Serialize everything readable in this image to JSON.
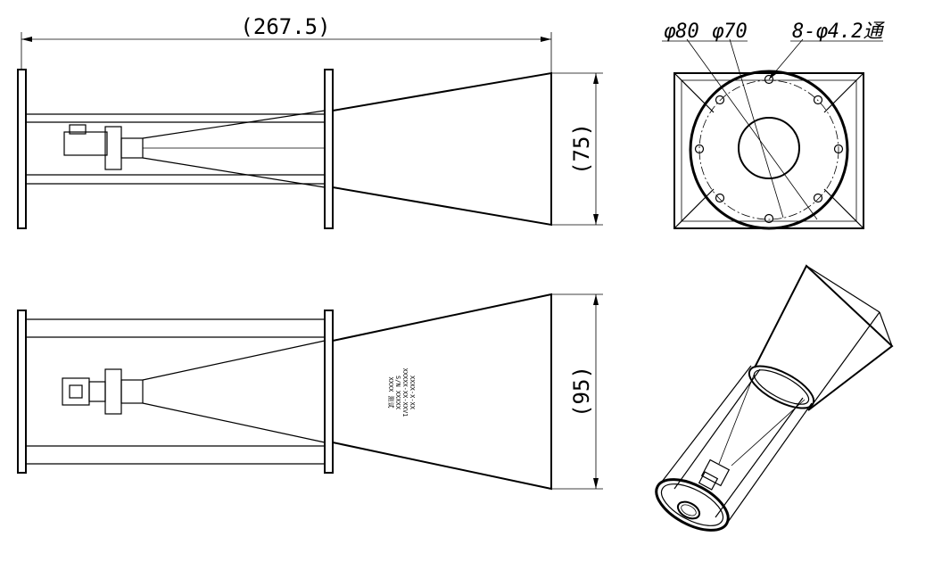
{
  "dimensions": {
    "overall_length": "(267.5)",
    "top_aperture_height": "(75)",
    "bottom_aperture_height": "(95)"
  },
  "flange_callouts": {
    "outer_diameter": "φ80",
    "inner_diameter": "φ70",
    "holes": "8-φ4.2通"
  },
  "nameplate": {
    "company": "XXXX 测试",
    "lines": [
      "S/N XXXXX",
      "XXXXX-XX-XXV1",
      "XXXX-X-XX"
    ]
  }
}
